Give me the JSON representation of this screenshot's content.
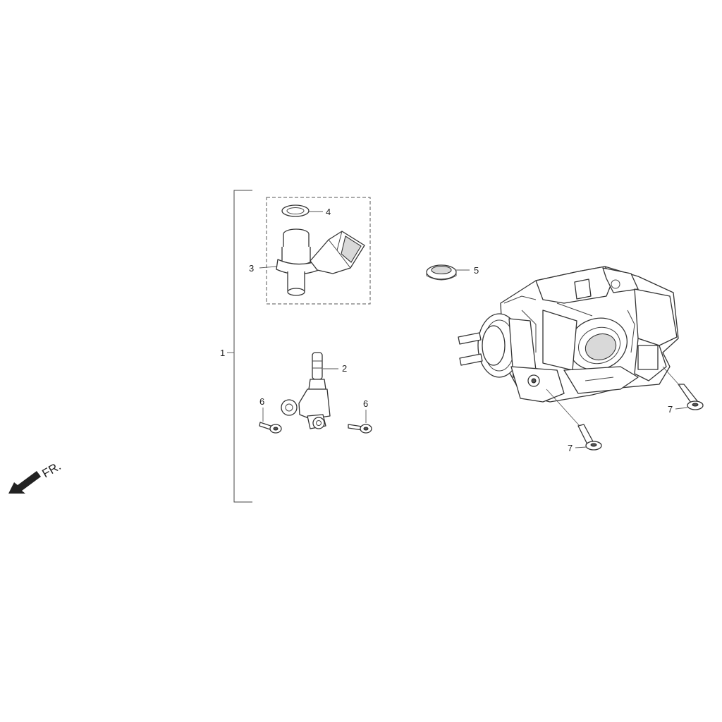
{
  "diagram": {
    "callouts": {
      "c1": "1",
      "c2": "2",
      "c3": "3",
      "c4": "4",
      "c5": "5",
      "c6a": "6",
      "c6b": "6",
      "c7a": "7",
      "c7b": "7"
    },
    "direction_label": "FR."
  }
}
